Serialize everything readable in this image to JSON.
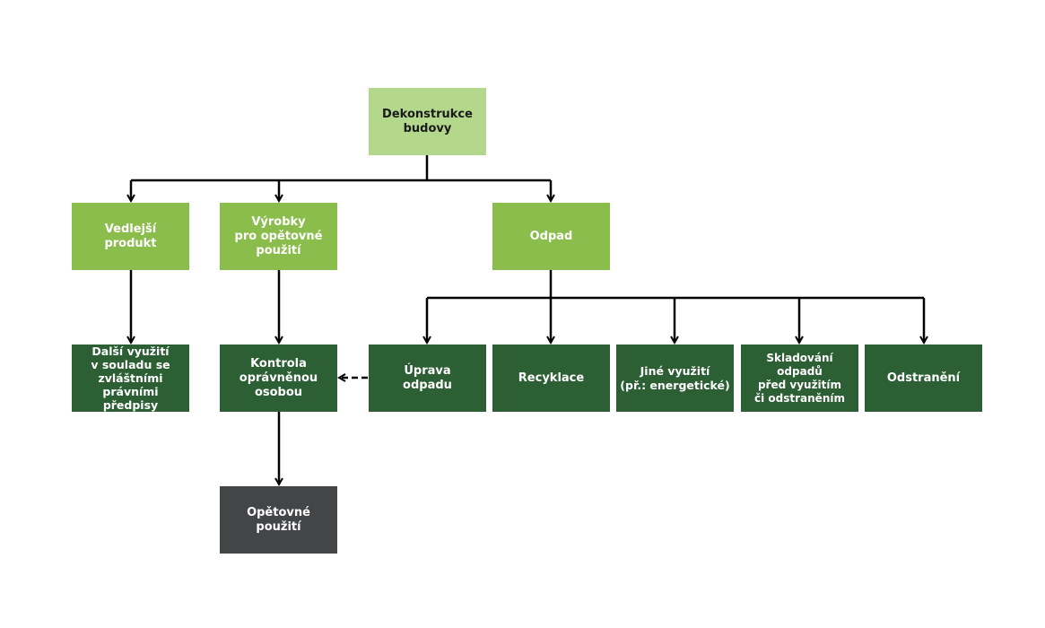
{
  "nodes": {
    "dekonstrukce": "Dekonstrukce\nbudovy",
    "vedlejsi_produkt": "Vedlejší\nprodukt",
    "vyrobky": "Výrobky\npro opětovné\npoužití",
    "odpad": "Odpad",
    "dalsi_vyuziti": "Další využití\nv souladu se\nzvláštními\nprávními předpisy",
    "kontrola": "Kontrola\noprávněnou\nosobou",
    "uprava": "Úprava\nodpadu",
    "recyklace": "Recyklace",
    "jine_vyuziti": "Jiné využití\n(př.: energetické)",
    "skladovani": "Skladování odpadů\npřed využitím\nči odstraněním",
    "odstraneni": "Odstranění",
    "opetovne_pouziti": "Opětovné\npoužití"
  },
  "colors": {
    "level0": "#b3d88c",
    "level1": "#8bbd4c",
    "level2": "#2c5f34",
    "level3": "#444546",
    "connector": "#000000"
  }
}
